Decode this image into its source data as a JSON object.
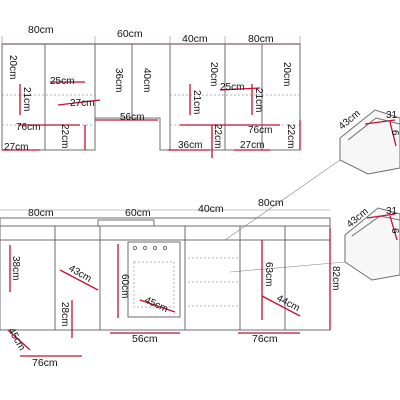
{
  "upper": {
    "top_widths": [
      "80cm",
      "60cm",
      "40cm",
      "80cm"
    ],
    "heights": [
      "20cm",
      "21cm",
      "22cm",
      "36cm",
      "40cm",
      "20cm",
      "21cm",
      "22cm",
      "20cm",
      "21cm",
      "22cm"
    ],
    "depths": [
      "25cm",
      "27cm",
      "76cm",
      "27cm",
      "56cm",
      "36cm",
      "25cm",
      "76cm",
      "27cm"
    ]
  },
  "lower": {
    "top_widths": [
      "80cm",
      "60cm",
      "40cm",
      "80cm"
    ],
    "vertical": [
      "38cm",
      "60cm",
      "63cm",
      "28cm",
      "82cm"
    ],
    "diagonal": [
      "43cm",
      "45cm",
      "45cm",
      "44cm"
    ],
    "bottom": [
      "76cm",
      "56cm",
      "76cm"
    ]
  },
  "drawers": {
    "top": [
      "43cm",
      "31",
      "6"
    ],
    "bottom": [
      "43cm",
      "31",
      "6"
    ]
  }
}
